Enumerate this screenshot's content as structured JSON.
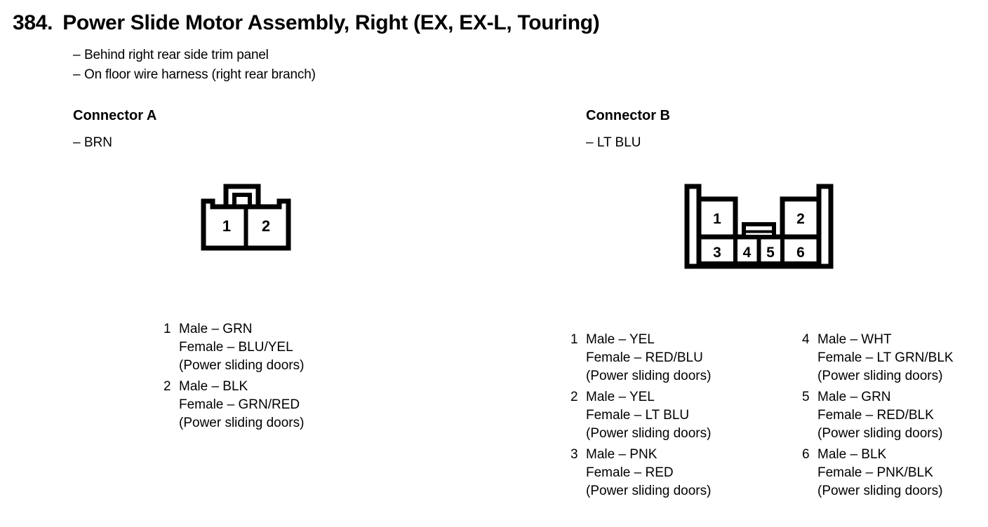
{
  "title": {
    "number": "384.",
    "text": "Power Slide Motor Assembly, Right (EX, EX-L, Touring)"
  },
  "descriptions": [
    "Behind right rear side trim panel",
    "On floor wire harness (right rear branch)"
  ],
  "dash": "–",
  "connector_a": {
    "heading": "Connector A",
    "color_note": "– BRN",
    "diagram": {
      "cavity_labels": [
        "1",
        "2"
      ]
    },
    "pins": [
      {
        "number": "1",
        "male": "Male – GRN",
        "female": "Female – BLU/YEL",
        "circuit": "(Power sliding doors)"
      },
      {
        "number": "2",
        "male": "Male – BLK",
        "female": "Female – GRN/RED",
        "circuit": "(Power sliding doors)"
      }
    ]
  },
  "connector_b": {
    "heading": "Connector B",
    "color_note": "– LT BLU",
    "diagram": {
      "cavity_labels_top": [
        "1",
        "2"
      ],
      "cavity_labels_bottom": [
        "3",
        "4",
        "5",
        "6"
      ]
    },
    "pins_left": [
      {
        "number": "1",
        "male": "Male – YEL",
        "female": "Female – RED/BLU",
        "circuit": "(Power sliding doors)"
      },
      {
        "number": "2",
        "male": "Male – YEL",
        "female": "Female – LT BLU",
        "circuit": "(Power sliding doors)"
      },
      {
        "number": "3",
        "male": "Male – PNK",
        "female": "Female – RED",
        "circuit": "(Power sliding doors)"
      }
    ],
    "pins_right": [
      {
        "number": "4",
        "male": "Male – WHT",
        "female": "Female – LT GRN/BLK",
        "circuit": "(Power sliding doors)"
      },
      {
        "number": "5",
        "male": "Male – GRN",
        "female": "Female – RED/BLK",
        "circuit": "(Power sliding doors)"
      },
      {
        "number": "6",
        "male": "Male – BLK",
        "female": "Female – PNK/BLK",
        "circuit": "(Power sliding doors)"
      }
    ]
  },
  "colors": {
    "ink": "#000000",
    "page": "#ffffff"
  }
}
